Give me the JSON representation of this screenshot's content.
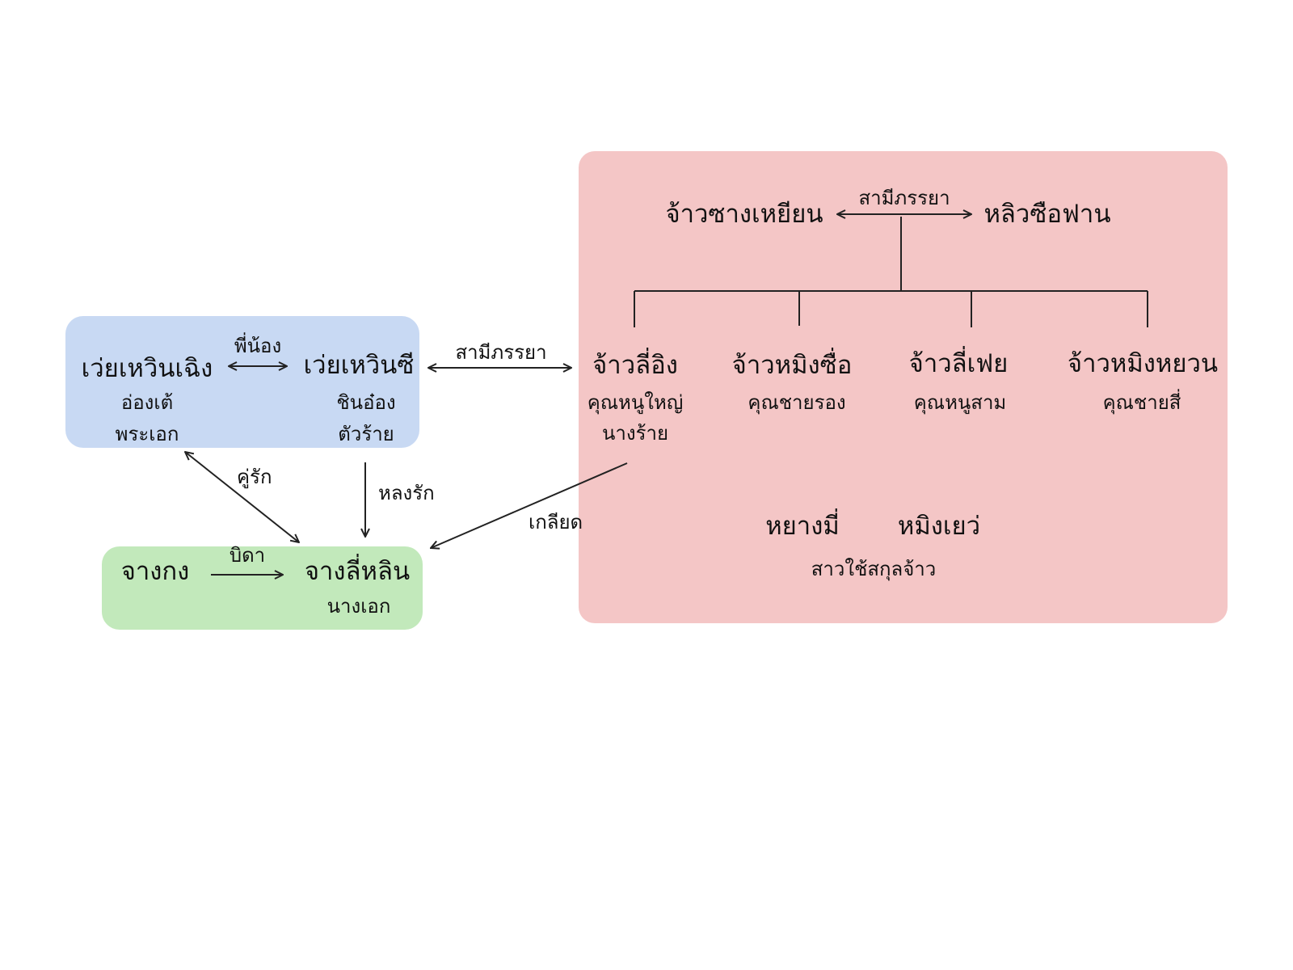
{
  "colors": {
    "blue_group": "#c8d9f3",
    "green_group": "#c2e9bb",
    "red_group": "#f4c6c6",
    "line": "#222222"
  },
  "groups": {
    "wei": {
      "elder": {
        "name": "เว่ยเหวินเฉิง",
        "alias": "อ่องเต้",
        "role": "พระเอก"
      },
      "younger": {
        "name": "เว่ยเหวินซี",
        "alias": "ชินอ๋อง",
        "role": "ตัวร้าย"
      }
    },
    "jiang": {
      "father": {
        "name": "จางกง"
      },
      "daughter": {
        "name": "จางลี่หลิน",
        "role": "นางเอก"
      }
    },
    "jiao": {
      "father": {
        "name": "จ้าวซางเหยียน"
      },
      "mother": {
        "name": "หลิวซือฟาน"
      },
      "children": [
        {
          "name": "จ้าวลี่อิง",
          "title": "คุณหนูใหญ่",
          "role": "นางร้าย"
        },
        {
          "name": "จ้าวหมิงซื่อ",
          "title": "คุณชายรอง"
        },
        {
          "name": "จ้าวลี่เฟย",
          "title": "คุณหนูสาม"
        },
        {
          "name": "จ้าวหมิงหยวน",
          "title": "คุณชายสี่"
        }
      ],
      "servants": {
        "names": [
          "หยางมี่",
          "หมิงเยว่"
        ],
        "caption": "สาวใช้สกุลจ้าว"
      }
    }
  },
  "relations": {
    "siblings": "พี่น้อง",
    "spouse_wei_zhao": "สามีภรรยา",
    "spouse_parents": "สามีภรรยา",
    "lovers": "คู่รัก",
    "infatuated": "หลงรัก",
    "hates": "เกลียด",
    "father_of": "บิดา"
  }
}
